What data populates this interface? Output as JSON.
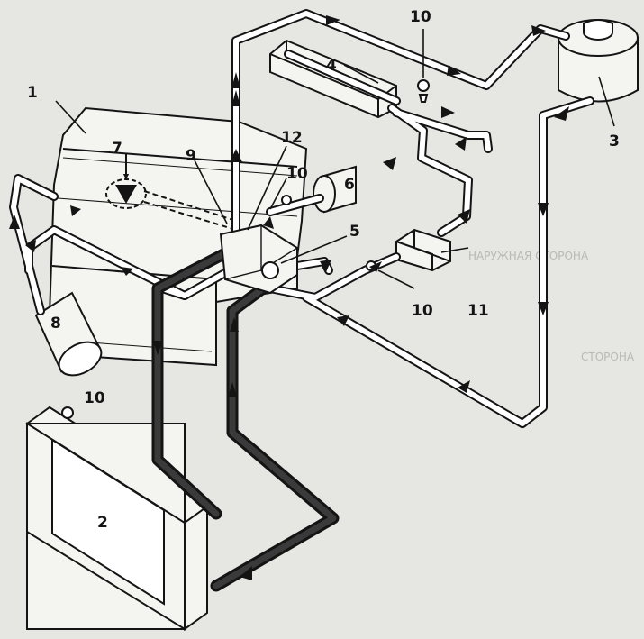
{
  "diagram": {
    "colors": {
      "background": "#e6e6e2",
      "ink": "#141414",
      "thin_hose_fill": "#ffffff",
      "thick_hose_fill": "#2a2a2a",
      "component_fill": "#f4f4f1"
    },
    "labels": [
      {
        "id": "1",
        "text": "1"
      },
      {
        "id": "2",
        "text": "2"
      },
      {
        "id": "3",
        "text": "3"
      },
      {
        "id": "4",
        "text": "4"
      },
      {
        "id": "5",
        "text": "5"
      },
      {
        "id": "6",
        "text": "6"
      },
      {
        "id": "7",
        "text": "7"
      },
      {
        "id": "8",
        "text": "8"
      },
      {
        "id": "9",
        "text": "9"
      },
      {
        "id": "10a",
        "text": "10"
      },
      {
        "id": "10b",
        "text": "10"
      },
      {
        "id": "10c",
        "text": "10"
      },
      {
        "id": "10d",
        "text": "10"
      },
      {
        "id": "11",
        "text": "11"
      },
      {
        "id": "12",
        "text": "12"
      }
    ],
    "background_text": [
      "НАРУЖНАЯ СТОРОНА",
      "СТОРОНА"
    ]
  }
}
